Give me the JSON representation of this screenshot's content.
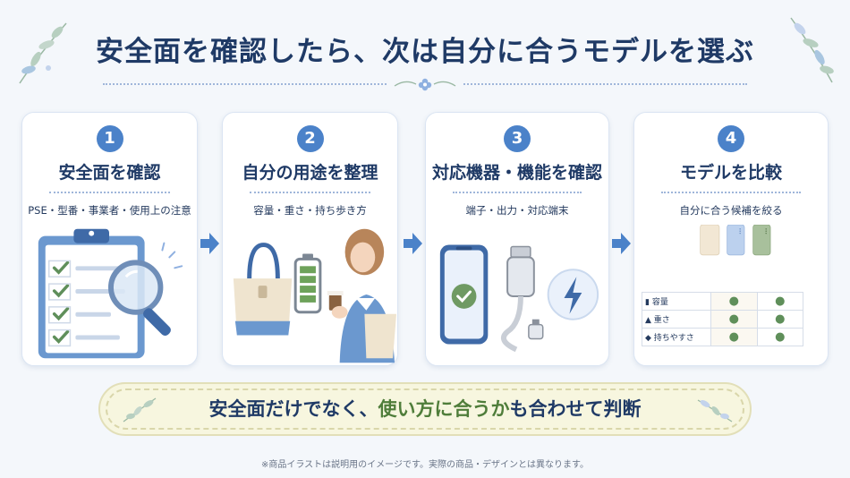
{
  "title": "安全面を確認したら、次は自分に合うモデルを選ぶ",
  "steps": [
    {
      "num": "1",
      "title": "安全面を確認",
      "sub": "PSE・型番・事業者・使用上の注意"
    },
    {
      "num": "2",
      "title": "自分の用途を整理",
      "sub": "容量・重さ・持ち歩き方"
    },
    {
      "num": "3",
      "title": "対応機器・機能を確認",
      "sub": "端子・出力・対応端末"
    },
    {
      "num": "4",
      "title": "モデルを比較",
      "sub": "自分に合う候補を絞る"
    }
  ],
  "compare_rows": [
    "容量",
    "重さ",
    "持ちやすさ"
  ],
  "banner": {
    "part1": "安全面だけでなく、",
    "highlight": "使い方に合うか",
    "part2": "も合わせて判断"
  },
  "note": "※商品イラストは説明用のイメージです。実際の商品・デザインとは異なります。",
  "colors": {
    "accent": "#4b82c9",
    "title": "#1f3a66",
    "highlight": "#4f7d3a",
    "check": "#5f8f5a"
  }
}
